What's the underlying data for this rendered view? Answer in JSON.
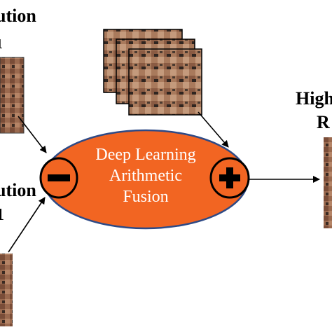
{
  "labels": {
    "left_top_1": "ution",
    "left_top_2": "1",
    "left_mid_1": "ution",
    "left_mid_2": "1",
    "right_1": "High",
    "right_2": "R"
  },
  "center": {
    "line1": "Deep Learning",
    "line2": "Arithmetic",
    "line3": "Fusion"
  },
  "colors": {
    "ellipse_fill": "#f26522",
    "ellipse_stroke": "#2e4a86",
    "circle_fill": "#f26522",
    "center_text": "#ffffff"
  },
  "icons": {
    "minus": "minus-icon",
    "plus": "plus-icon"
  }
}
